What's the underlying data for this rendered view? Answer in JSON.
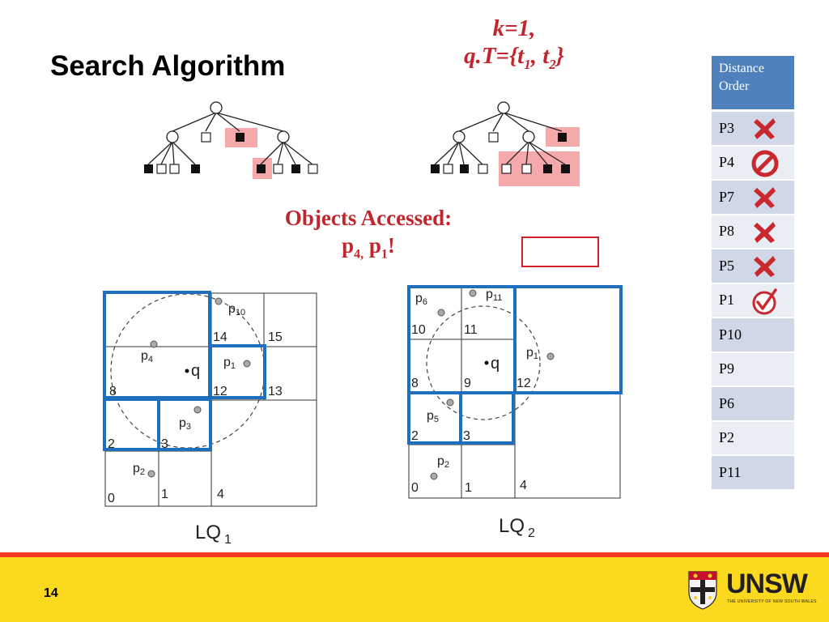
{
  "slide": {
    "title": "Search Algorithm",
    "page_number": "14"
  },
  "query": {
    "line1": "k=1,",
    "line2_prefix": "q.T={t",
    "t1_sub": "1",
    "sep": ", t",
    "t2_sub": "2",
    "line2_suffix": "}"
  },
  "accessed": {
    "heading": "Objects Accessed:",
    "p4_base": "p",
    "p4_sub": "4",
    "comma": ",",
    "p1_base": " p",
    "p1_sub": "1",
    "bang": "!"
  },
  "distance_table": {
    "header": "Distance Order",
    "rows": [
      {
        "label": "P3",
        "mark": "cross"
      },
      {
        "label": "P4",
        "mark": "prohibited"
      },
      {
        "label": "P7",
        "mark": "cross"
      },
      {
        "label": "P8",
        "mark": "cross"
      },
      {
        "label": "P5",
        "mark": "cross"
      },
      {
        "label": "P1",
        "mark": "check"
      },
      {
        "label": "P10",
        "mark": ""
      },
      {
        "label": "P9",
        "mark": ""
      },
      {
        "label": "P6",
        "mark": ""
      },
      {
        "label": "P2",
        "mark": ""
      },
      {
        "label": "P11",
        "mark": ""
      }
    ]
  },
  "lq1": {
    "name": "LQ",
    "sub": "1",
    "cells": [
      "0",
      "1",
      "2",
      "3",
      "4",
      "8",
      "12",
      "13",
      "14",
      "15"
    ],
    "points": [
      "p",
      "2",
      "p",
      "3",
      "p",
      "4",
      "p",
      "1",
      "p",
      "10"
    ],
    "query_label": "q"
  },
  "lq2": {
    "name": "LQ",
    "sub": "2",
    "cells": [
      "0",
      "1",
      "2",
      "3",
      "4",
      "8",
      "9",
      "10",
      "11",
      "12"
    ],
    "points": [
      "p",
      "2",
      "p",
      "5",
      "p",
      "6",
      "p",
      "11",
      "p",
      "1"
    ],
    "query_label": "q"
  },
  "footer": {
    "logo_text": "UNSW",
    "logo_sub": "THE UNIVERSITY OF NEW SOUTH WALES"
  },
  "colors": {
    "accent_red": "#c0262d",
    "table_header": "#4f81bd",
    "table_row_dark": "#d0d8e8",
    "table_row_light": "#e9edf4",
    "region_blue": "#1f6fbf",
    "footer_yellow": "#fbd91f",
    "footer_red": "#f5391e"
  }
}
